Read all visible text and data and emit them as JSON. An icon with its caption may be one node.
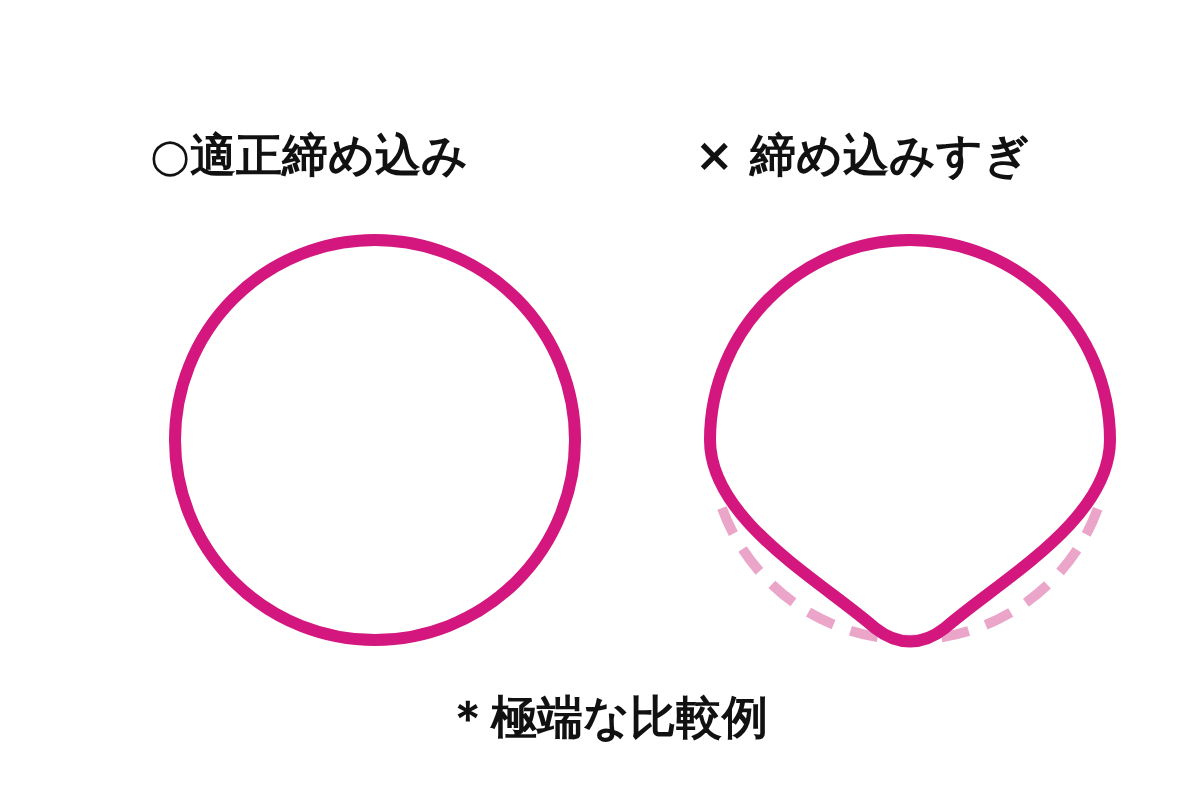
{
  "diagram": {
    "labels": [
      "○適正締め込み",
      "× 締め込みすぎ",
      "＊極端な比較例"
    ]
  }
}
